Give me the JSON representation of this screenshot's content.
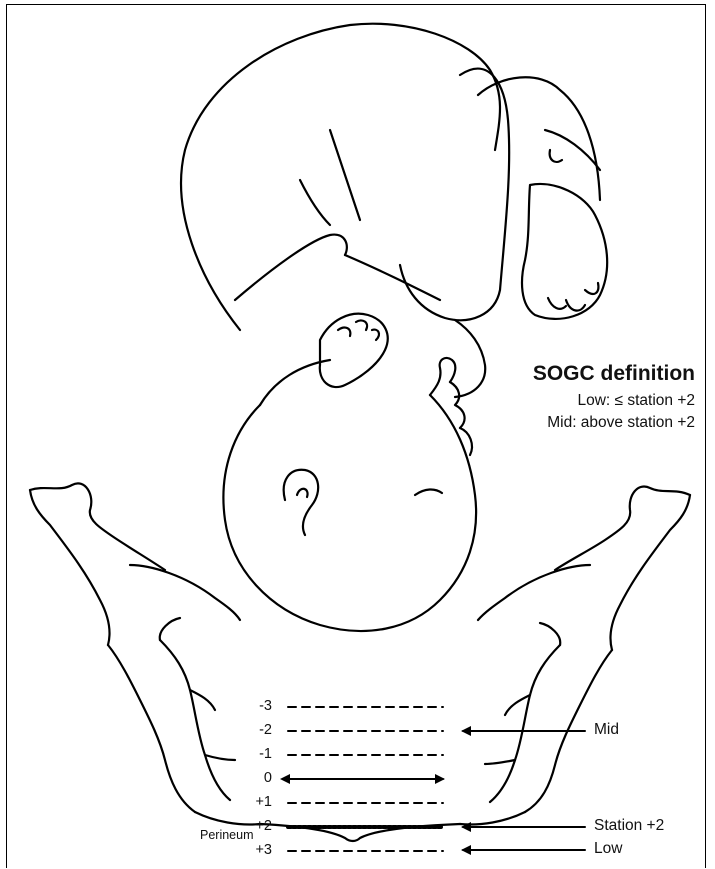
{
  "definition": {
    "title": "SOGC definition",
    "low_line": "Low: ≤ station +2",
    "mid_line": "Mid: above station +2"
  },
  "stations": [
    "-3",
    "-2",
    "-1",
    "0",
    "+1",
    "+2",
    "+3"
  ],
  "labels": {
    "mid": "Mid",
    "station2": "Station +2",
    "low": "Low",
    "perineum": "Perineum"
  }
}
